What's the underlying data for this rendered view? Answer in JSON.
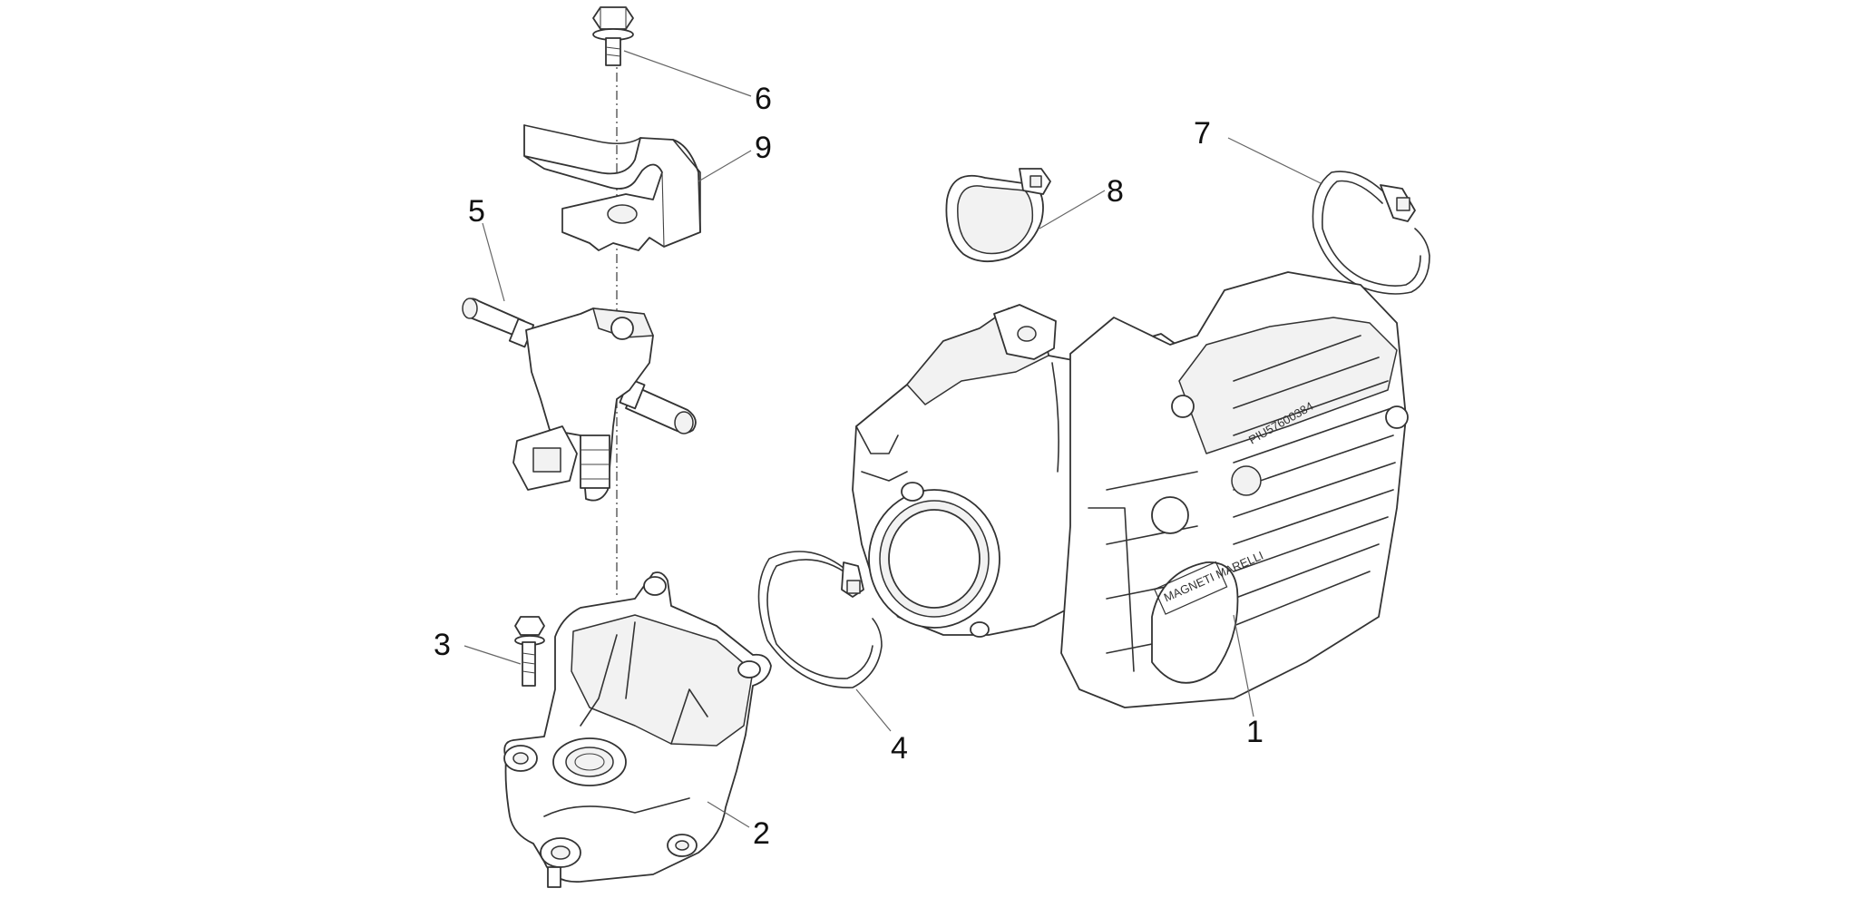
{
  "diagram": {
    "callouts": [
      {
        "id": "1",
        "label": "1"
      },
      {
        "id": "2",
        "label": "2"
      },
      {
        "id": "3",
        "label": "3"
      },
      {
        "id": "4",
        "label": "4"
      },
      {
        "id": "5",
        "label": "5"
      },
      {
        "id": "6",
        "label": "6"
      },
      {
        "id": "7",
        "label": "7"
      },
      {
        "id": "8",
        "label": "8"
      },
      {
        "id": "9",
        "label": "9"
      }
    ],
    "engravings": {
      "part_number": "PIU57600384",
      "brand_logo": "MAGNETI MARELLI"
    }
  }
}
